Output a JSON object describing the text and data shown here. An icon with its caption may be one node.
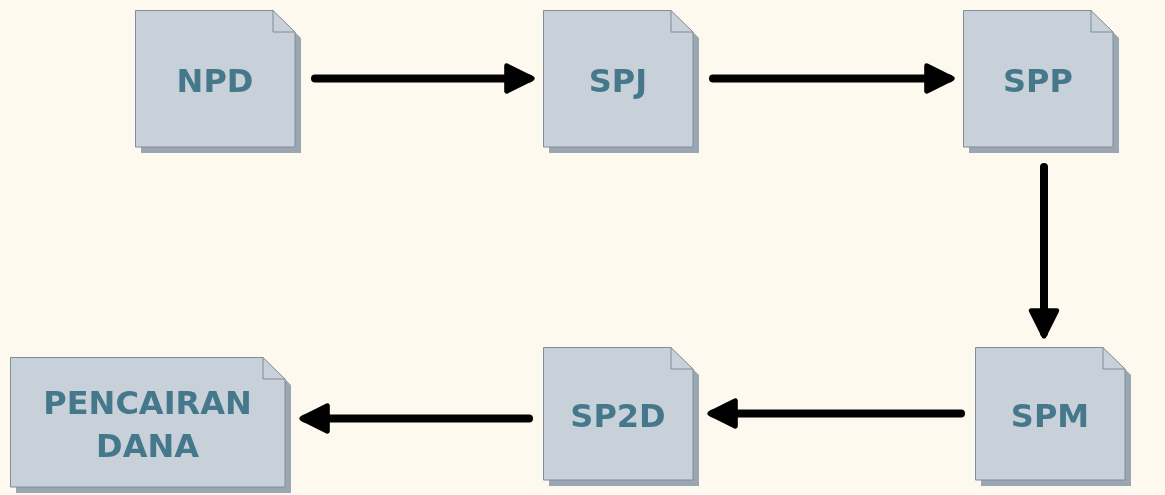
{
  "diagram": {
    "nodes": [
      {
        "text": [
          "NPD"
        ]
      },
      {
        "text": [
          "SPJ"
        ]
      },
      {
        "text": [
          "SPP"
        ]
      },
      {
        "text": [
          "SPM"
        ]
      },
      {
        "text": [
          "SP2D"
        ]
      },
      {
        "text": [
          "PENCAIRAN DANA"
        ]
      }
    ],
    "edges": [
      {
        "from": 0,
        "to": 1,
        "arrow": "to"
      },
      {
        "from": 1,
        "to": 2,
        "arrow": "to"
      },
      {
        "from": 2,
        "to": 3,
        "arrow": "to"
      },
      {
        "from": 3,
        "to": 4,
        "arrow": "to"
      },
      {
        "from": 4,
        "to": 5,
        "arrow": "to"
      }
    ]
  }
}
